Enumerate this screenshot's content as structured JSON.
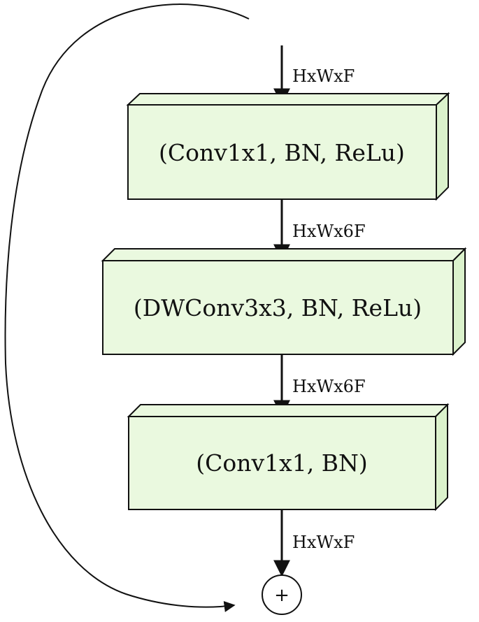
{
  "diagram": {
    "colors": {
      "block_face": "#eaf9df",
      "block_side": "#dbf2cc",
      "stroke": "#111111",
      "background": "#ffffff"
    },
    "input_label": "HxWxF",
    "blocks": [
      {
        "label": "(Conv1x1, BN, ReLu)",
        "output_label": "HxWx6F"
      },
      {
        "label": "(DWConv3x3, BN, ReLu)",
        "output_label": "HxWx6F"
      },
      {
        "label": "(Conv1x1, BN)",
        "output_label": "HxWxF"
      }
    ],
    "sum_node": {
      "symbol": "+",
      "icon": "plus-circle-icon"
    },
    "skip_connection": {
      "icon": "curved-arrow-icon"
    }
  }
}
